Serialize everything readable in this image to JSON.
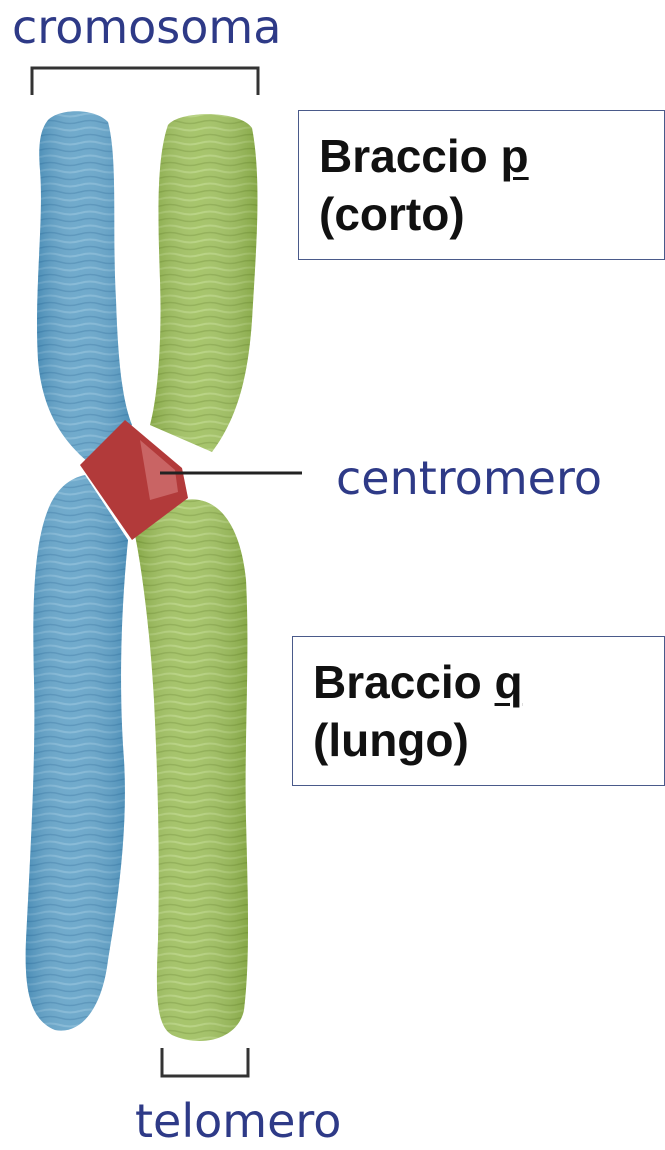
{
  "labels": {
    "cromosoma": "cromosoma",
    "centromero": "centromero",
    "telomero": "telomero"
  },
  "arm_p": {
    "line1_prefix": "Braccio ",
    "line1_letter": "p",
    "line2": "(corto)"
  },
  "arm_q": {
    "line1_prefix": "Braccio ",
    "line1_letter": "q",
    "line2": "(lungo)"
  },
  "colors": {
    "left_chromatid": "#5b9fc4",
    "right_chromatid": "#9cbf5a",
    "centromere": "#b23a3a",
    "label_text": "#2e3a87"
  }
}
